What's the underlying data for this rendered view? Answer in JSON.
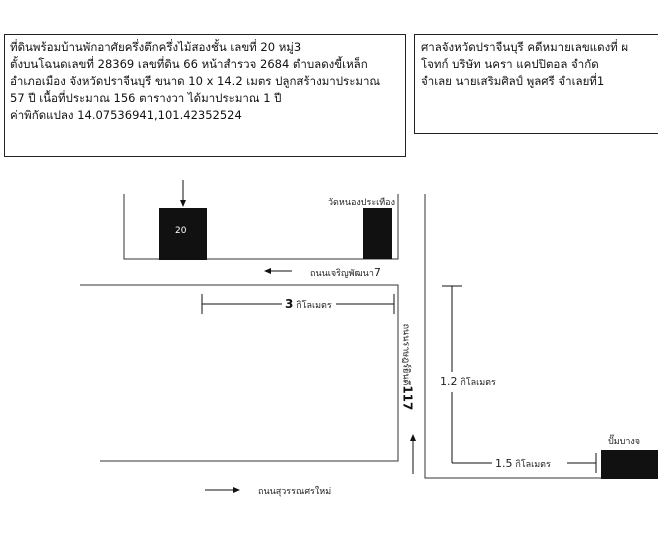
{
  "property_box": {
    "lines": [
      "ที่ดินพร้อมบ้านพักอาศัยครึ่งตึกครึ่งไม้สองชั้น เลขที่ 20 หมู่3",
      "ตั้งบนโฉนดเลขที่ 28369 เลขที่ดิน 66 หน้าสำรวจ 2684 ตำบลดงขี้เหล็ก",
      "อำเภอเมือง จังหวัดปราจีนบุรี ขนาด 10 x 14.2 เมตร ปลูกสร้างมาประมาณ",
      "57 ปี  เนื้อที่ประมาณ 156 ตารางวา ได้มาประมาณ 1 ปี",
      "ค่าพิกัดแปลง 14.07536941,101.42352524"
    ]
  },
  "court_box": {
    "lines": [
      "ศาลจังหวัดปราจีนบุรี คดีหมายเลขแดงที่ ผ",
      "โจทก์     บริษัท นครา แคปปิตอล จำกัด",
      "จำเลย    นายเสริมศิลป์  พูลศรี   จำเลยที่1"
    ]
  },
  "map": {
    "house_number": "20",
    "temple_label": "วัดหนองประเทือง",
    "road_charoen_num": "ถนนเจริญพัฒนา",
    "road_charoen_digit": "7",
    "dist_3": "3",
    "dist_3_unit": "กิโลเมตร",
    "road_117_text": "ถนนราษฎร์ยินดี",
    "road_117_num": "117",
    "dist_12": "1.2",
    "dist_12_unit": "กิโลเมตร",
    "pump_label": "ปั๊มบางจ",
    "dist_15": "1.5",
    "dist_15_unit": "กิโลเมตร",
    "road_suwan": "ถนนสุวรรณศรใหม่"
  }
}
